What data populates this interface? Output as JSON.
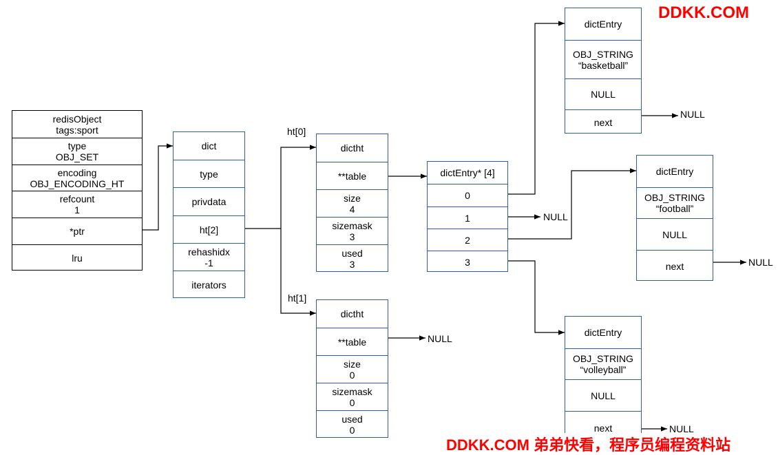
{
  "watermark": {
    "top": "DDKK.COM",
    "bottom": "DDKK.COM 弟弟快看，程序员编程资料站",
    "color": "#ff0000"
  },
  "line_color": "#000000",
  "box_border_color": "#2e5f99",
  "redis_object": {
    "cells": [
      [
        "redisObject",
        "tags:sport"
      ],
      [
        "type",
        "OBJ_SET"
      ],
      [
        "encoding",
        "OBJ_ENCODING_HT"
      ],
      [
        "refcount",
        "1"
      ],
      [
        "*ptr"
      ],
      [
        "lru"
      ]
    ]
  },
  "dict": {
    "cells": [
      [
        "dict"
      ],
      [
        "type"
      ],
      [
        "privdata"
      ],
      [
        "ht[2]"
      ],
      [
        "rehashidx",
        "-1"
      ],
      [
        "iterators"
      ]
    ]
  },
  "ht0": {
    "label": "ht[0]",
    "cells": [
      [
        "dictht"
      ],
      [
        "**table"
      ],
      [
        "size",
        "4"
      ],
      [
        "sizemask",
        "3"
      ],
      [
        "used",
        "3"
      ]
    ]
  },
  "ht1": {
    "label": "ht[1]",
    "cells": [
      [
        "dictht"
      ],
      [
        "**table"
      ],
      [
        "size",
        "0"
      ],
      [
        "sizemask",
        "0"
      ],
      [
        "used",
        "0"
      ]
    ],
    "table_target": "NULL"
  },
  "table_array": {
    "cells": [
      [
        "dictEntry* [4]"
      ],
      [
        "0"
      ],
      [
        "1"
      ],
      [
        "2"
      ],
      [
        "3"
      ]
    ],
    "slot1_target": "NULL"
  },
  "entries": [
    {
      "cells": [
        [
          "dictEntry"
        ],
        [
          "OBJ_STRING",
          "“basketball”"
        ],
        [
          "NULL"
        ],
        [
          "next"
        ]
      ],
      "next_target": "NULL"
    },
    {
      "cells": [
        [
          "dictEntry"
        ],
        [
          "OBJ_STRING",
          "“football”"
        ],
        [
          "NULL"
        ],
        [
          "next"
        ]
      ],
      "next_target": "NULL"
    },
    {
      "cells": [
        [
          "dictEntry"
        ],
        [
          "OBJ_STRING",
          "“volleyball”"
        ],
        [
          "NULL"
        ],
        [
          "next"
        ]
      ],
      "next_target": "NULL"
    }
  ]
}
